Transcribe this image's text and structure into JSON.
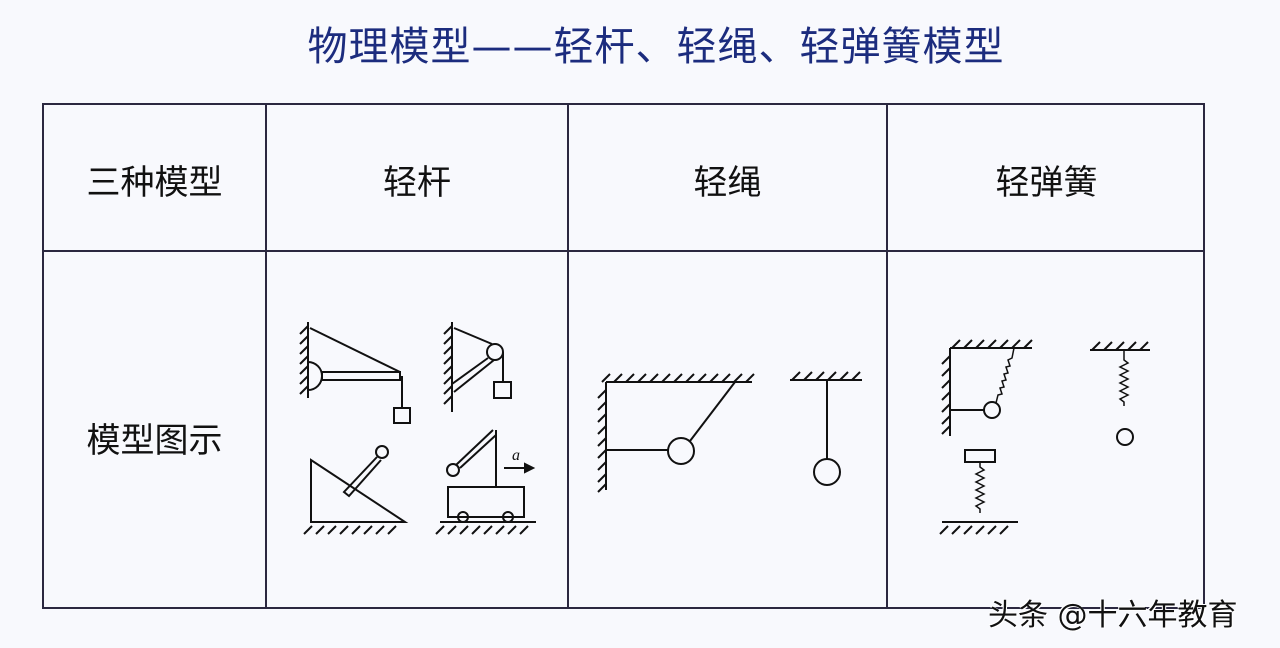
{
  "title": "物理模型——轻杆、轻绳、轻弹簧模型",
  "table": {
    "header_row": {
      "label": "三种模型",
      "columns": [
        "轻杆",
        "轻绳",
        "轻弹簧"
      ]
    },
    "diagram_row": {
      "label": "模型图示",
      "diagrams": {
        "rod": [
          "wall-bracket-rod-with-hanging-block",
          "pulley-on-wall-rod-with-block",
          "incline-with-rod-ball",
          "cart-with-bent-rod-ball"
        ],
        "rod_accel_label": "a",
        "rope": [
          "ball-held-by-two-ropes-corner",
          "ball-hanging-from-ceiling-rope"
        ],
        "spring": [
          "ball-held-by-spring-and-rope-corner",
          "ball-hanging-from-ceiling-spring",
          "block-on-spring-on-floor"
        ]
      }
    }
  },
  "watermark": "头条 @十六年教育",
  "colors": {
    "title": "#1c2c7e",
    "border": "#2b2840",
    "background": "#f8f9fd"
  }
}
